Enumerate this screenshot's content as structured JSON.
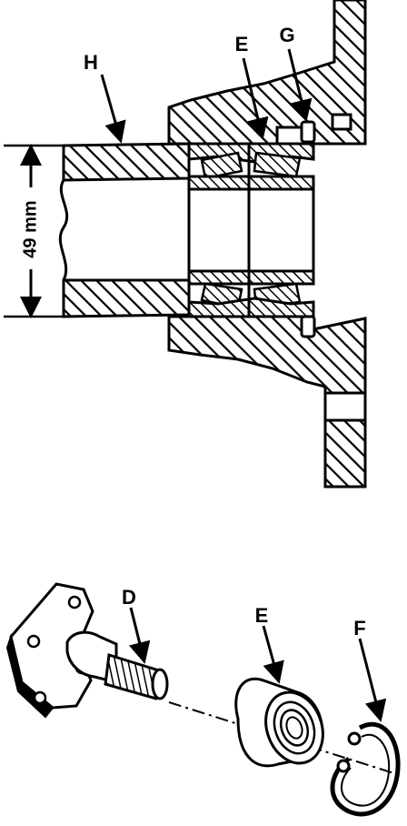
{
  "section_view": {
    "labels": {
      "h": "H",
      "e": "E",
      "g": "G"
    },
    "dimension": "49 mm"
  },
  "exploded_view": {
    "labels": {
      "d": "D",
      "e": "E",
      "f": "F"
    }
  }
}
